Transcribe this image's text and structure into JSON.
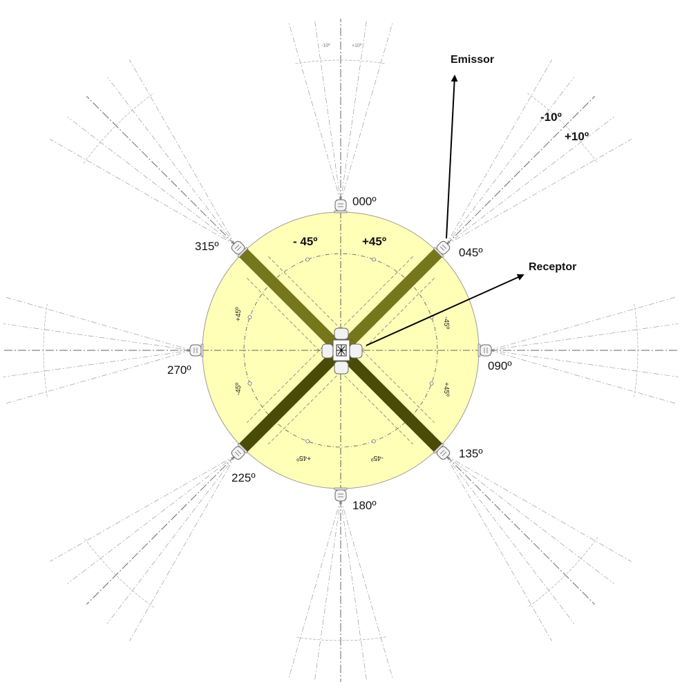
{
  "colors": {
    "disc_fill": "#ffffb8",
    "disc_stroke": "#9a9a9a",
    "bar_light": "#76761c",
    "bar_dark": "#4b4b08",
    "beam_line": "#8c8c8c",
    "arrow": "#000000"
  },
  "direction_labels": [
    "000º",
    "045º",
    "090º",
    "135º",
    "180º",
    "225º",
    "270º",
    "315º"
  ],
  "quadrant_labels": {
    "minus45": "- 45º",
    "plus45": "+45º"
  },
  "inner_arc_labels": {
    "right_upper": "-45º",
    "right_lower": "+45º",
    "bottom_right": "-45º",
    "bottom_left": "+45º",
    "left_lower": "-45º",
    "left_upper": "+45º"
  },
  "beam_labels": {
    "minus10": "-10º",
    "plus10": "+10º",
    "minus10_tiny": "-10º",
    "plus10_tiny": "+10º"
  },
  "callouts": {
    "emissor": "Emissor",
    "receptor": "Receptor"
  },
  "icons": [
    "sensor-unit-icon",
    "center-hub-icon",
    "arrow-icon"
  ]
}
